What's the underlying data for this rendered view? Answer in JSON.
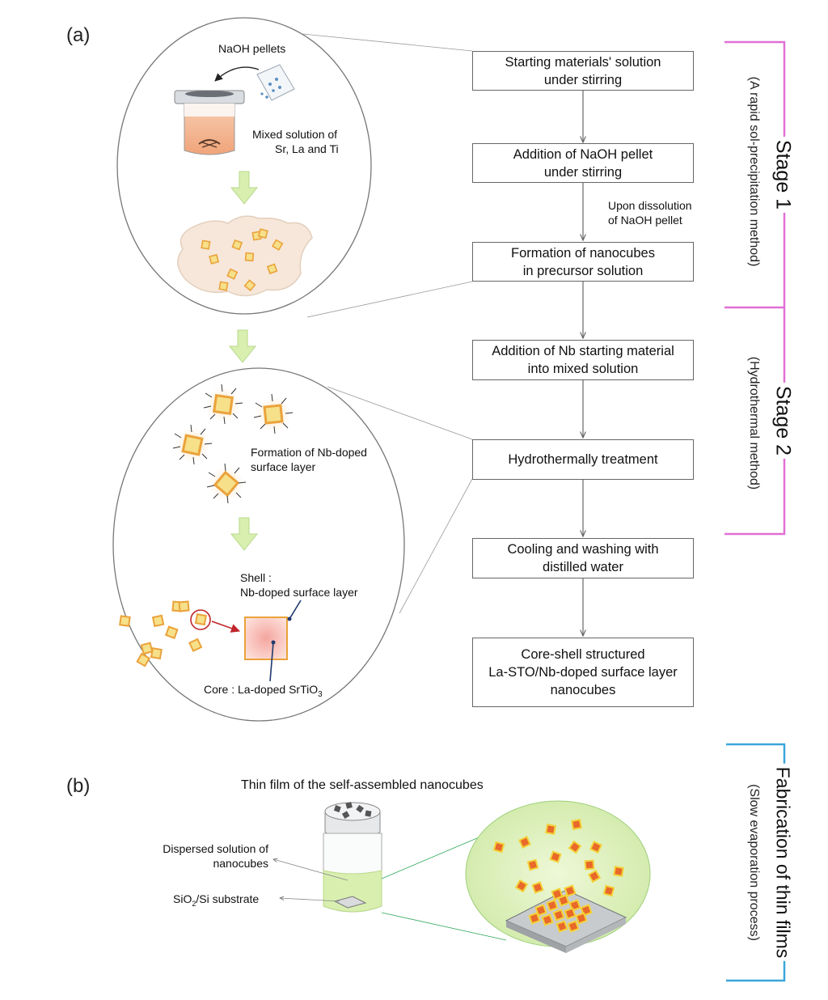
{
  "panel_a": {
    "label": "(a)",
    "stage1_circle": {
      "naoh_pellets": "NaOH pellets",
      "mixed_line1": "Mixed solution of",
      "mixed_line2": "Sr, La and Ti"
    },
    "stage2_circle": {
      "formation_line1": "Formation of Nb-doped",
      "formation_line2": "surface layer",
      "shell_line1": "Shell :",
      "shell_line2": "Nb-doped surface layer",
      "core_prefix": "Core : La-doped SrTiO",
      "core_sub": "3"
    },
    "flow_boxes": [
      {
        "line1": "Starting materials' solution",
        "line2": "under stirring"
      },
      {
        "line1": "Addition of NaOH pellet",
        "line2": "under stirring"
      },
      {
        "line1": "Formation of nanocubes",
        "line2": "in precursor solution"
      },
      {
        "line1": "Addition of Nb starting material",
        "line2": "into mixed solution"
      },
      {
        "line1": "Hydrothermally treatment",
        "line2": ""
      },
      {
        "line1": "Cooling and washing with",
        "line2": "distilled water"
      },
      {
        "line1": "Core-shell structured",
        "line2": "La-STO/Nb-doped surface layer",
        "line3": "nanocubes"
      }
    ],
    "dissolution_line1": "Upon dissolution",
    "dissolution_line2": "of NaOH pellet",
    "stage1": {
      "title": "Stage 1",
      "method": "(A rapid sol-precipitation method)",
      "color": "#e070d6"
    },
    "stage2": {
      "title": "Stage 2",
      "method": "(Hydrothermal method)",
      "color": "#e070d6"
    }
  },
  "panel_b": {
    "label": "(b)",
    "title": "Thin film of the self-assembled nanocubes",
    "dispersed_line1": "Dispersed solution of",
    "dispersed_line2": "nanocubes",
    "substrate_prefix": "SiO",
    "substrate_sub": "2",
    "substrate_suffix": "/Si substrate",
    "fabrication": {
      "title": "Fabrication of thin films",
      "method": "(Slow evaporation process)",
      "color": "#3aa6d8"
    }
  },
  "colors": {
    "arrow_green": "#d8efb0",
    "cube_orange": "#f0a030",
    "cube_face": "#f6e08a",
    "film_green": "#dff2c0"
  }
}
